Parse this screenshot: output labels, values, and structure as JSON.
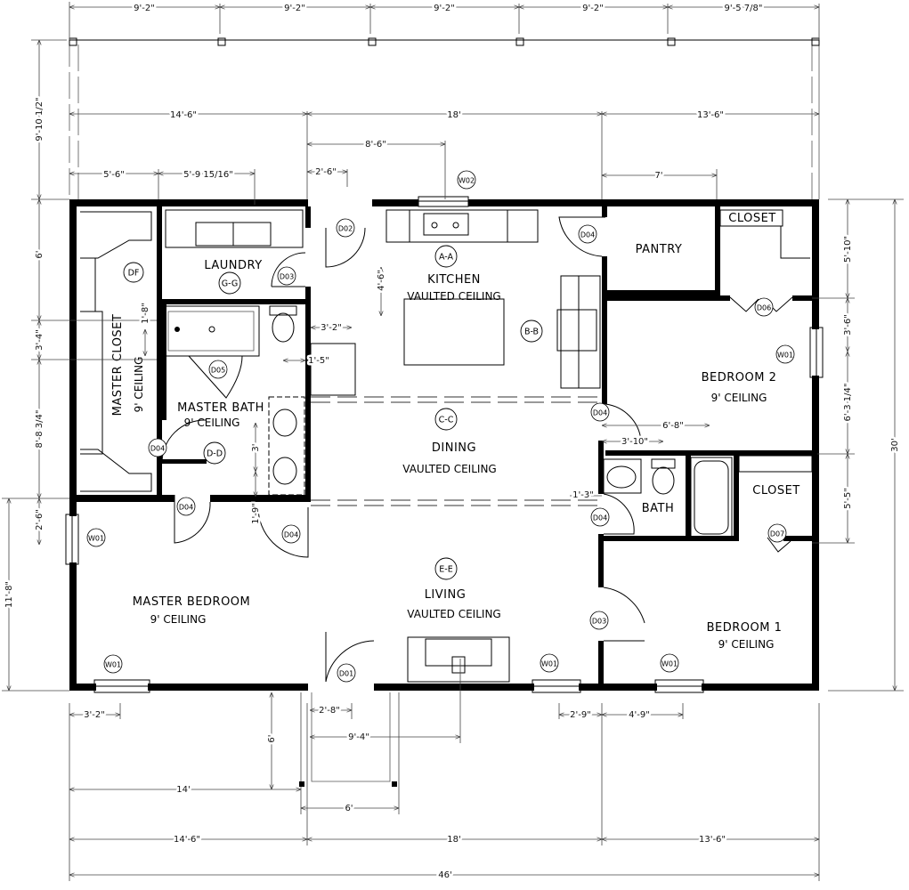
{
  "rooms": {
    "master_closet": {
      "name": "MASTER CLOSET",
      "ceiling": "9' CEILING"
    },
    "laundry": {
      "name": "LAUNDRY"
    },
    "master_bath": {
      "name": "MASTER BATH",
      "ceiling": "9' CEILING"
    },
    "kitchen": {
      "name": "KITCHEN",
      "ceiling": "VAULTED CEILING"
    },
    "pantry": {
      "name": "PANTRY"
    },
    "closet_bed2": {
      "name": "CLOSET"
    },
    "bedroom2": {
      "name": "BEDROOM 2",
      "ceiling": "9' CEILING"
    },
    "dining": {
      "name": "DINING",
      "ceiling": "VAULTED CEILING"
    },
    "bath": {
      "name": "BATH"
    },
    "closet_bed1": {
      "name": "CLOSET"
    },
    "master_bedroom": {
      "name": "MASTER BEDROOM",
      "ceiling": "9' CEILING"
    },
    "living": {
      "name": "LIVING",
      "ceiling": "VAULTED CEILING"
    },
    "bedroom1": {
      "name": "BEDROOM 1",
      "ceiling": "9' CEILING"
    }
  },
  "sections": {
    "aa": "A-A",
    "bb": "B-B",
    "cc": "C-C",
    "dd": "D-D",
    "ee": "E-E",
    "ff": "DF",
    "gg": "G-G"
  },
  "tags": {
    "d01": "D01",
    "d02": "D02",
    "d03": "D03",
    "d04": "D04",
    "d05": "D05",
    "d06": "D06",
    "d07": "D07",
    "w01": "W01",
    "w02": "W02"
  },
  "dimensions": {
    "top": [
      "9'-2\"",
      "9'-2\"",
      "9'-2\"",
      "9'-2\"",
      "9'-5 7/8\""
    ],
    "top_overall": [
      "14'-6\"",
      "18'",
      "13'-6\""
    ],
    "top_kitchen": "8'-6\"",
    "top_detail": [
      "5'-6\"",
      "5'-9 15/16\"",
      "2'-6\"",
      "7'"
    ],
    "left": [
      "9'-10 1/2\"",
      "6'",
      "3'-4\"",
      "8'-8 3/4\"",
      "2'-6\"",
      "11'-8\""
    ],
    "right": [
      "5'-10\"",
      "3'-6\"",
      "6'-3 1/4\"",
      "5'-5\"",
      "30'"
    ],
    "interior": {
      "kitchen_island": "4'-6\"",
      "island_offset": "3'-2\"",
      "toilet_offset": "1'-5\"",
      "tub_drain": "1'-8\"",
      "vanity_spacing": "3'",
      "vanity_end": "1'-9\"",
      "bath_tub": "6'-8\"",
      "bath_toilet": "3'-10\"",
      "bath_sink": "1'-3\""
    },
    "bottom_detail": [
      "3'-2\"",
      "2'-8\"",
      "2'-9\"",
      "4'-9\""
    ],
    "porch": {
      "fireplace": "9'-4\"",
      "depth": "6'",
      "offset": "14'",
      "width": "6'"
    },
    "bottom_overall": [
      "14'-6\"",
      "18'",
      "13'-6\""
    ],
    "overall_width": "46'"
  }
}
